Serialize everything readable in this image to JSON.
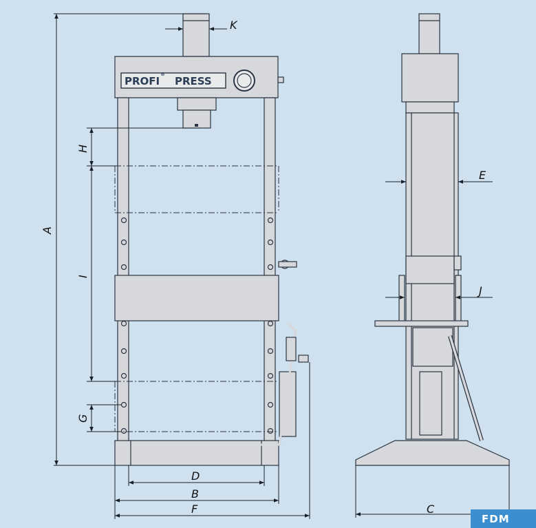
{
  "brand": {
    "part1": "PROFI",
    "part2": "PRESS",
    "registered": "®"
  },
  "dimensions": {
    "A": "A",
    "B": "B",
    "C": "C",
    "D": "D",
    "E": "E",
    "F": "F",
    "G": "G",
    "H": "H",
    "I": "I",
    "J": "J",
    "K": "K"
  },
  "watermark": {
    "text": "FDM"
  },
  "colors": {
    "background": "#cfe0ee",
    "machine_fill": "#d6d8db",
    "line": "#2a3442",
    "watermark_bg": "#3b8fd0"
  }
}
